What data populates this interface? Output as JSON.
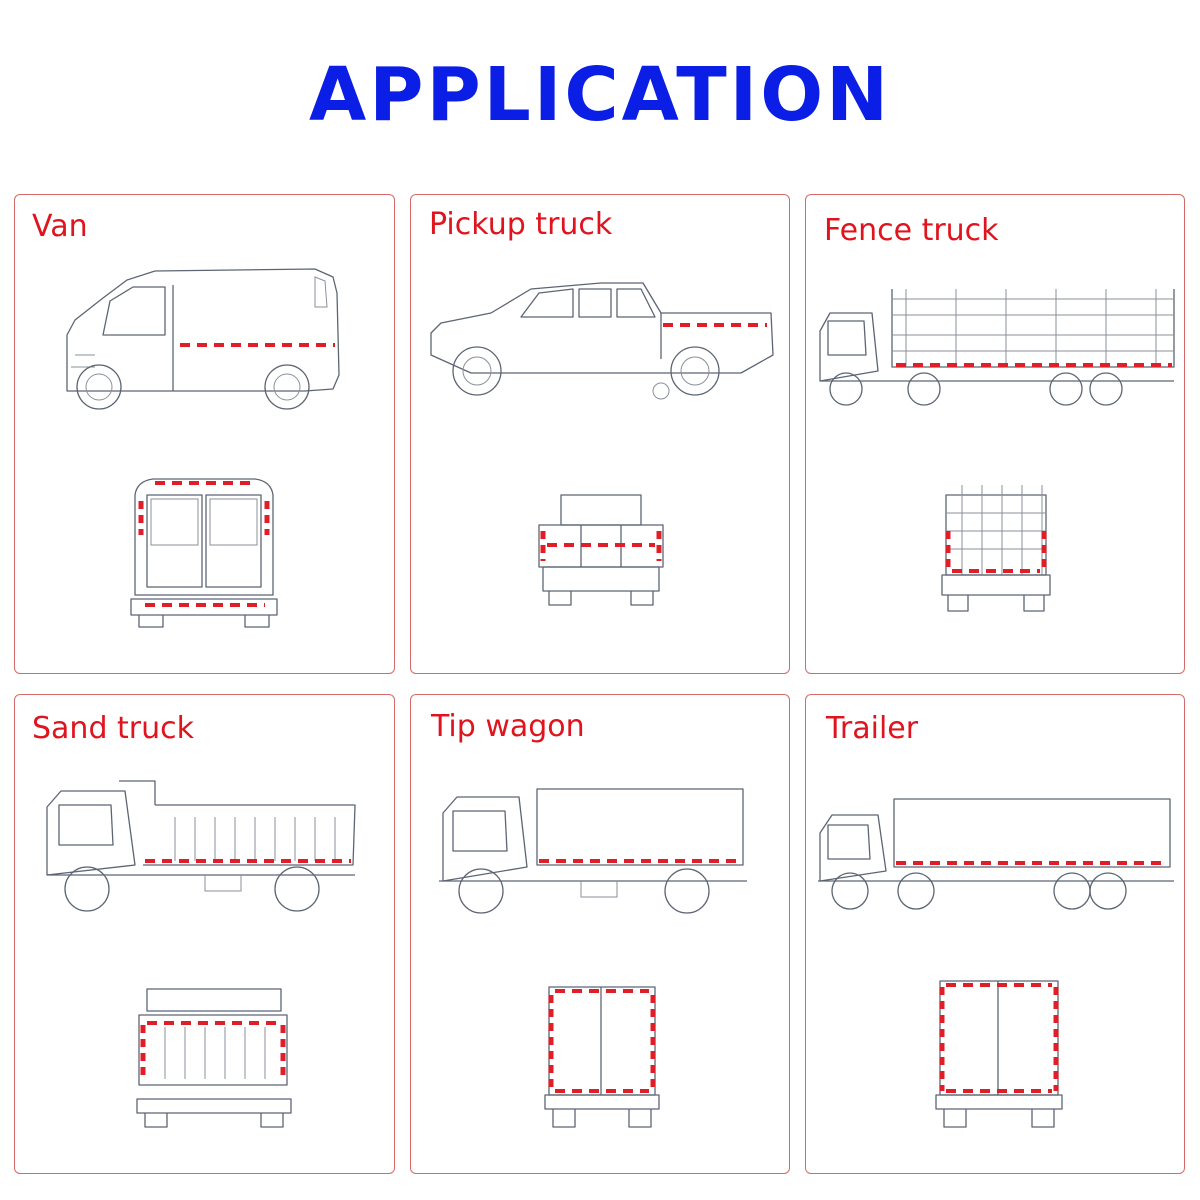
{
  "header": {
    "title": "APPLICATION"
  },
  "colors": {
    "title": "#0a1ee6",
    "label": "#e0141e",
    "border": "#d66a6a",
    "reflective_tape": "#e01e28"
  },
  "cards": [
    {
      "label": "Van",
      "icon": "van-icon"
    },
    {
      "label": "Pickup truck",
      "icon": "pickup-truck-icon"
    },
    {
      "label": "Fence truck",
      "icon": "fence-truck-icon"
    },
    {
      "label": "Sand truck",
      "icon": "sand-truck-icon"
    },
    {
      "label": "Tip wagon",
      "icon": "tip-wagon-icon"
    },
    {
      "label": "Trailer",
      "icon": "trailer-icon"
    }
  ]
}
